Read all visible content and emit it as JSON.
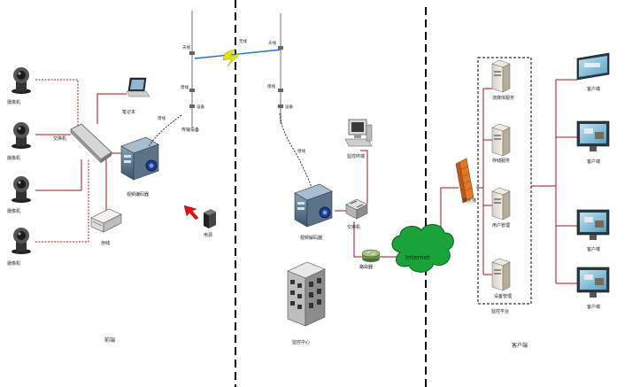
{
  "colors": {
    "link_red": "#b0121b",
    "divider": "#000000",
    "wireless": "#1f6fd1",
    "lightning": "#e6e600",
    "cloud": "#1aa33a",
    "firewall": "#e0782a",
    "server_box": "#333333"
  },
  "front_end": {
    "cameras": [
      {
        "label": "摄像机"
      },
      {
        "label": "摄像机"
      },
      {
        "label": "摄像机"
      },
      {
        "label": "摄像机"
      }
    ],
    "switch_label": "交换机",
    "laptop_label": "笔记本",
    "encoder_label": "视频编码器",
    "dvr_label": "存储",
    "pole_label": "传输设备",
    "pole_tags": [
      "天线",
      "馈线",
      "设备"
    ],
    "ups_label": "电源",
    "zone_label": "前端"
  },
  "mid": {
    "pc_label": "监控终端",
    "decoder_label": "视频解码器",
    "switch_label": "交换机",
    "router_label": "路由器",
    "building_label": "监控中心",
    "pole_tags": [
      "天线",
      "馈线",
      "设备"
    ],
    "feeder_label": "馈线",
    "wireless_label": "无线"
  },
  "network": {
    "cloud_label": "Internet",
    "firewall_label": "防火墙"
  },
  "platform": {
    "servers": [
      {
        "label": "流媒体服务"
      },
      {
        "label": "存储服务"
      },
      {
        "label": "用户管理"
      },
      {
        "label": "设备管理"
      }
    ],
    "group_label": "监控平台",
    "zone_label": "客户端"
  },
  "clients": [
    {
      "label": "客户端"
    },
    {
      "label": "客户端"
    },
    {
      "label": "客户端"
    },
    {
      "label": "客户端"
    }
  ]
}
